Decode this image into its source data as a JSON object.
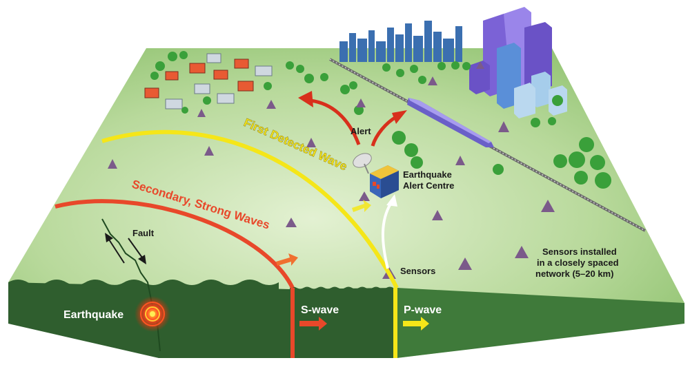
{
  "labels": {
    "first_wave": "First Detected Wave",
    "secondary_wave": "Secondary, Strong Waves",
    "fault": "Fault",
    "alert": "Alert",
    "alert_centre_line1": "Earthquake",
    "alert_centre_line2": "Alert Centre",
    "sensors": "Sensors",
    "network_line1": "Sensors installed",
    "network_line2": "in a closely spaced",
    "network_line3": "network (5–20 km)",
    "earthquake": "Earthquake",
    "s_wave": "S-wave",
    "p_wave": "P-wave"
  },
  "colors": {
    "ground_top": "#a9cf8a",
    "ground_top_light": "#d9ecc2",
    "soil_front": "#2f5e2e",
    "soil_side": "#3f7a3a",
    "p_wave": "#f5e619",
    "s_wave": "#e8482a",
    "alert_arrow": "#d8301c",
    "sensor": "#7b5a8a",
    "tree": "#3aa03a",
    "building": "#7b62d6",
    "skyline": "#3b6fb0",
    "train": "#6a5fc8"
  }
}
